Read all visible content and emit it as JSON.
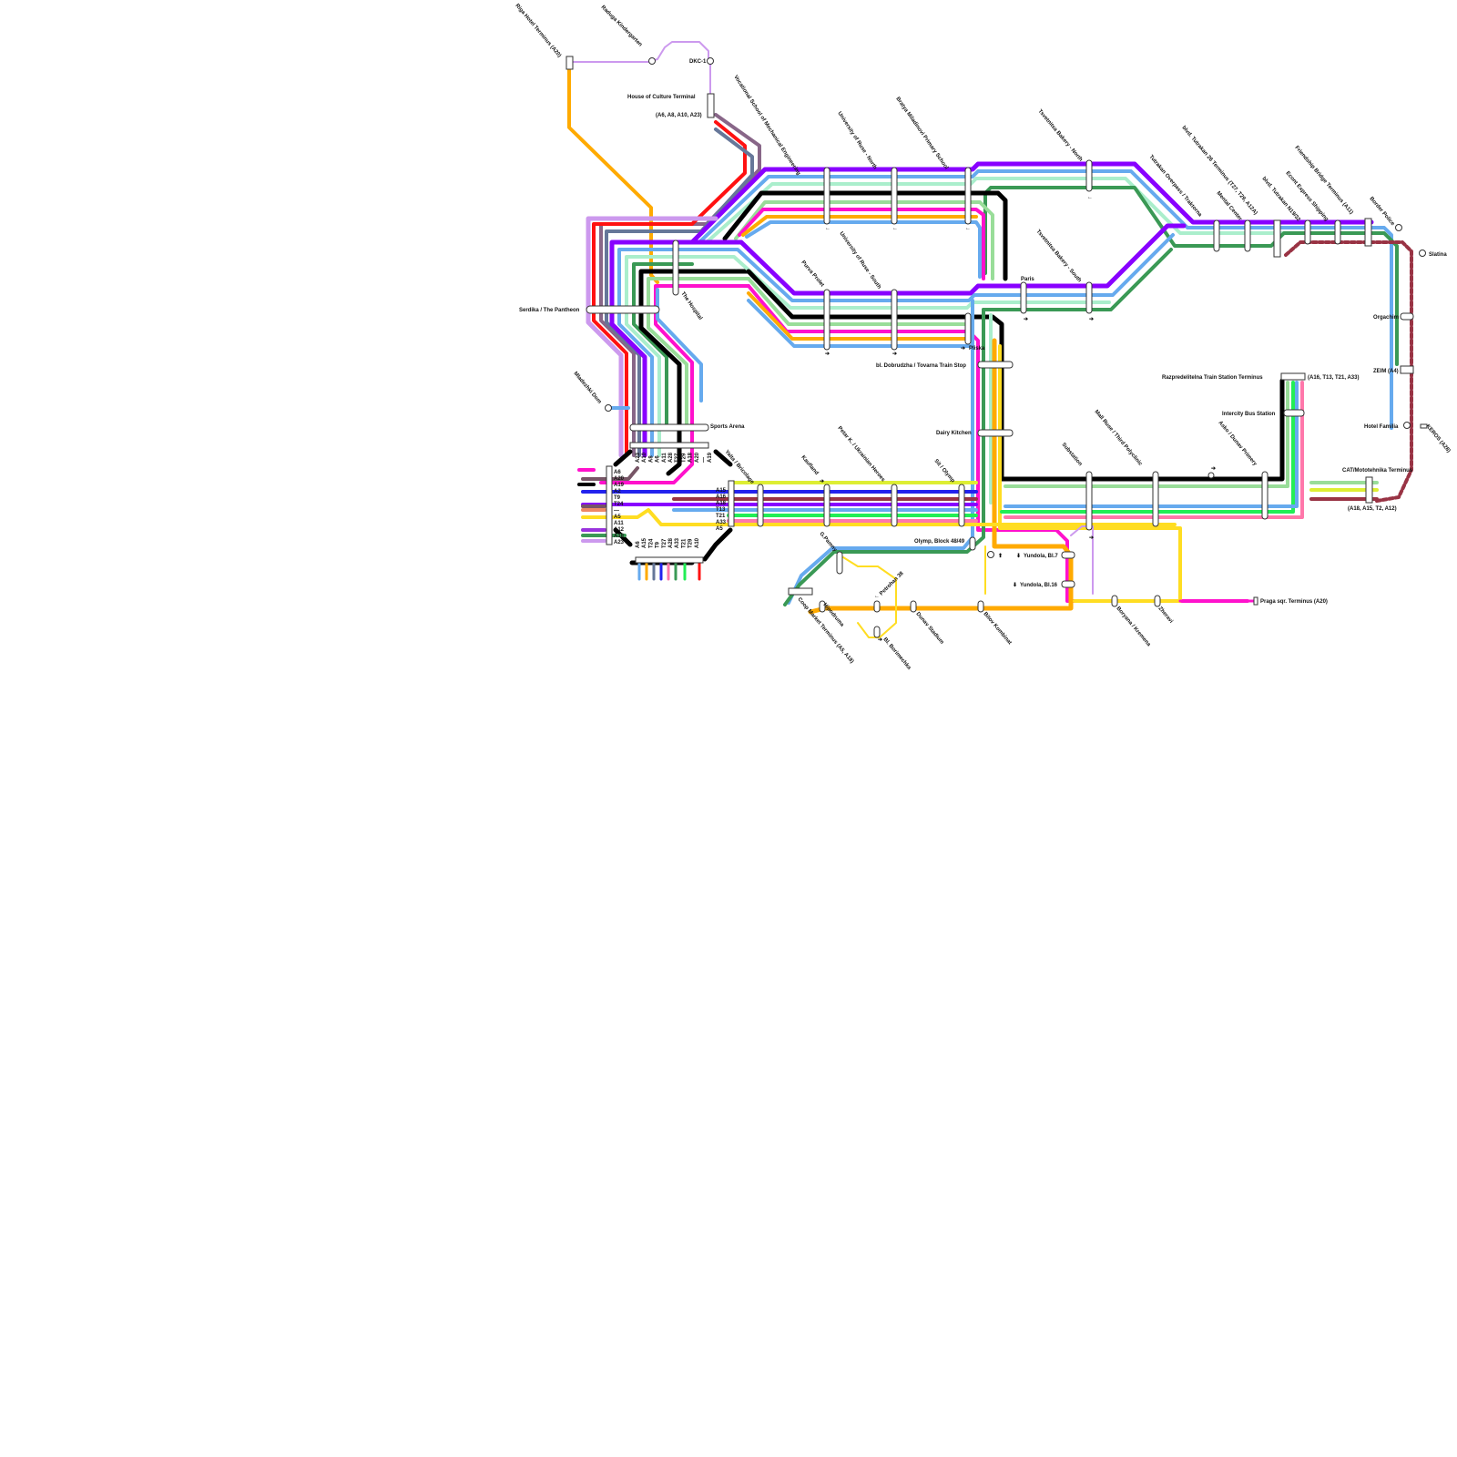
{
  "colors": {
    "purple": "#8800ff",
    "lightblue": "#66aaee",
    "mint": "#aaeecc",
    "lightgreen": "#99dd99",
    "darkgreen": "#3a9955",
    "black": "#000000",
    "magenta": "#ff11cc",
    "orange": "#ffaa00",
    "yellow": "#ffdd22",
    "red": "#ff1111",
    "maroon": "#993344",
    "lilac": "#cc99ee",
    "mauve": "#886688",
    "brown": "#775566",
    "blue": "#2222ee",
    "green": "#22ee55",
    "salmon": "#ee8866",
    "pink": "#ff77aa",
    "lime": "#ddee33",
    "grey": "#667799",
    "violet": "#9933dd"
  },
  "stations": {
    "riga_hotel": "Riga Hotel Terminus (A20)",
    "raduga": "Raduga Kindergarten",
    "dkc1": "DKC-1",
    "house_culture": "House of Culture Terminal",
    "house_culture_routes": "(A6, A8, A10, A23)",
    "vocational": "Vocational School of Mechanical Engineering",
    "univ_north": "University of Ruse - North",
    "bratya": "Bratya Miladinovi Primary School",
    "tsvetnitsa_north": "Tsvetnitsa Bakery - North",
    "tutrakan_overpass": "Tutrakan Overpass / Traktorna",
    "bvd_tutrakan_26": "blvd. Tutrakan 26 Terminus (T27, T29, A12A)",
    "mental_center": "Mental Center",
    "bvd_tutrakan_n": "blvd. Tutrakan N19/32",
    "econt": "Econt Express Shipping",
    "friendship": "Friendship Bridge Terminus (A11)",
    "border_police": "Border Police",
    "slatina": "Slatina",
    "serdika": "Serdika / The Pantheon",
    "hospital": "The Hospital",
    "purva_prolet": "Purva Prolet",
    "univ_south": "University of Ruse - South",
    "paris": "Paris",
    "tsvetnitsa_south": "Tsvetnitsa Bakery - South",
    "pliska": "Pliska",
    "orgachim": "Orgachim",
    "dobrudzha": "bl. Dobrudzha / Tovarna Train Stop",
    "zeim": "ZEIM (A4)",
    "mladezhki": "Mladezhki Dom",
    "razpredelitelna": "Razpredelitelna Train Station Terminus",
    "razpredelitelna_routes": "(A16, T13, T21, A33)",
    "intercity": "Intercity Bus Station",
    "sports_arena": "Sports Arena",
    "dairy_kitchen": "Dairy Kitchen",
    "hotel_familia": "Hotel Familia",
    "mall_ruse": "Mall Ruse / Third Polyclinic",
    "asko": "Asko / Dunav Primery",
    "keros": "KEROS (A28)",
    "substation": "Substation",
    "yalta": "Yalta / Bricolage",
    "kaufland": "Kaufland",
    "petar_k": "Petar K. / Ukrainian Heroes",
    "sit_olymp": "Sit / Olymp",
    "cat_mototehnika": "CAT/Mototehnika Terminus",
    "cat_routes": "(A18, A15, T2, A12)",
    "olymp_block": "Olymp, Block 48/49",
    "yundola_7": "Yundola, Bl.7",
    "yundola_16": "Yundola, Bl.16",
    "g_pamny": "G.Pamny",
    "petrohan": "Petrohan 38",
    "praga": "Praga sqr. Terminus (A20)",
    "coop_market": "Coop Market Terminus (A5, A18)",
    "hipodruma": "Hipodruma",
    "bl_borimechka": "Bl. Borimechka",
    "dunav_stadium": "Dunav Stadium",
    "bitov_kombinat": "Bitov Kombinat",
    "boryana": "Boryana / Kremena",
    "zheravi": "Zheravi"
  },
  "arrows": {
    "right": "➔",
    "left": "←",
    "up": "⬆",
    "down": "⬇"
  },
  "route_labels": {
    "top": [
      "A23",
      "A10",
      "A8",
      "A6",
      "A11",
      "A28",
      "T27",
      "T29",
      "A18",
      "A20",
      "—",
      "A19"
    ],
    "left": [
      "A6",
      "A20",
      "A19",
      "A2",
      "T9",
      "T24",
      "—",
      "A5",
      "A11",
      "A12",
      "A18",
      "A23"
    ],
    "right": [
      "A15",
      "A16",
      "A18",
      "T13",
      "T21",
      "A33",
      "A5"
    ],
    "bottom": [
      "A6",
      "A15",
      "T24",
      "T9",
      "T27",
      "A28",
      "A33",
      "T21",
      "T29",
      "A10"
    ]
  }
}
